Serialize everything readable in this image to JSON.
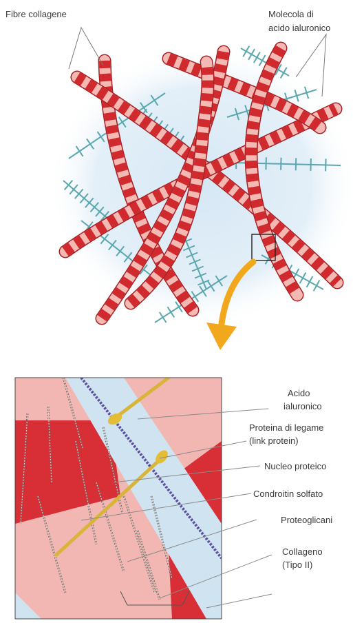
{
  "top_labels": {
    "collagen_fibres": "Fibre collagene",
    "hyaluronic_line1": "Molecola di",
    "hyaluronic_line2": "acido ialuronico"
  },
  "inset_labels": {
    "hyaluronic_line1": "Acido",
    "hyaluronic_line2": "ialuronico",
    "link_line1": "Proteina di legame",
    "link_line2": "(link protein)",
    "core_protein": "Nucleo proteico",
    "chondroitin": "Condroitin solfato",
    "proteoglycans": "Proteoglicani",
    "collagen_line1": "Collageno",
    "collagen_line2": "(Tipo II)"
  },
  "colors": {
    "collagen_dark": "#d02a2e",
    "collagen_light": "#f4b9b3",
    "hyaluronic": "#5aa7ad",
    "matrix_glow": "#cfe4f2",
    "arrow": "#f2a81d",
    "inset_bg_pink": "#f2b7b2",
    "inset_band": "#cfe3f1",
    "core_protein": "#d8b43a",
    "chain": "#5d4fa0"
  }
}
